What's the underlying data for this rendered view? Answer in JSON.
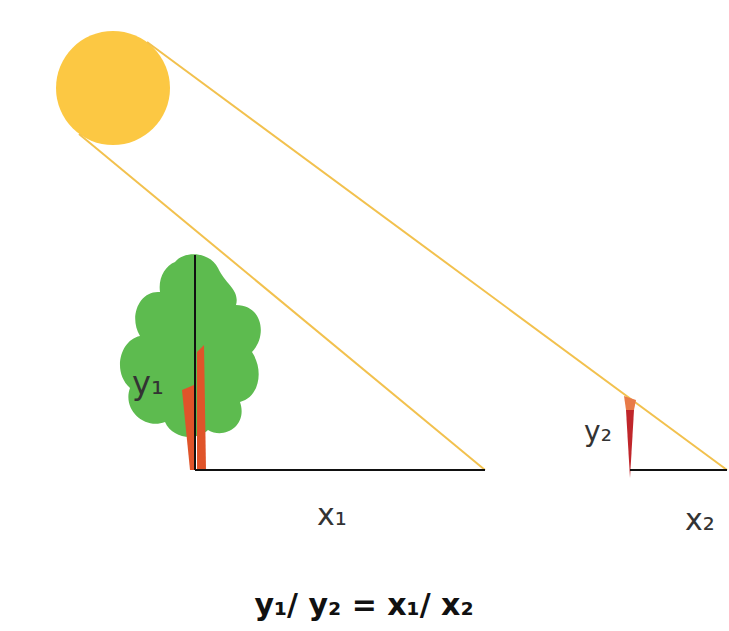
{
  "diagram": {
    "labels": [
      "y₁",
      "x₁",
      "y₂",
      "x₂",
      "y₁/ y₂ = x₁/ x₂"
    ]
  }
}
